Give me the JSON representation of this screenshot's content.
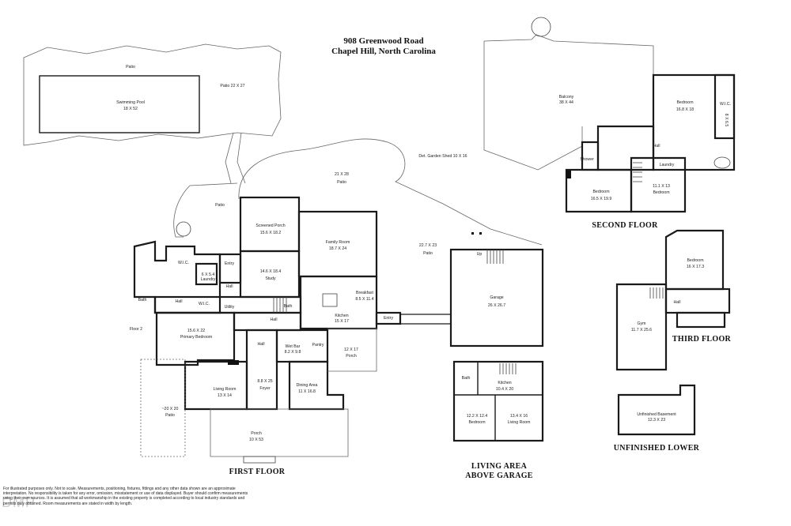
{
  "header": {
    "address_line1": "908 Greenwood Road",
    "address_line2": "Chapel Hill, North Carolina"
  },
  "floors": {
    "first": "FIRST FLOOR",
    "second": "SECOND FLOOR",
    "third": "THIRD FLOOR",
    "above_garage_1": "LIVING AREA",
    "above_garage_2": "ABOVE GARAGE",
    "lower": "UNFINISHED LOWER"
  },
  "rooms": {
    "patio_top": "Patio",
    "patio_22x27": "Patio 22 X 27",
    "pool_name": "Swimming Pool",
    "pool_dim": "18 X 52",
    "patio_21x28_dim": "21 X 28",
    "patio_21x28_name": "Patio",
    "patio_left": "Patio",
    "garden_shed": "Det. Garden Shed 10 X 16",
    "screened_name": "Screened Porch",
    "screened_dim": "15.6 X 18.2",
    "family_name": "Family Room",
    "family_dim": "18.7 X 24",
    "patio_227_dim": "22.7 X 23",
    "patio_227_name": "Patio",
    "wic_first": "W.I.C.",
    "laundry_dim": "6 X 5.4",
    "laundry_name": "Laundry",
    "entry_top": "Entry",
    "study_dim": "14.6 X 18.4",
    "study_name": "Study",
    "hall_a": "Hall",
    "bath_a": "Bath",
    "hall_b": "Hall",
    "wic_b": "W.I.C.",
    "utility": "Utility",
    "bath_b": "Bath",
    "breakfast_name": "Breakfast",
    "breakfast_dim": "8.5 X 11.4",
    "kitchen_name": "Kitchen",
    "kitchen_dim": "15 X 17",
    "entry_b": "Entry",
    "hall_c": "Hall",
    "floor2": "Floor 2",
    "primary_dim": "15.6 X 22",
    "primary_name": "Primary Bedroom",
    "hall_d": "Hall",
    "wetbar_name": "Wet Bar",
    "wetbar_dim": "8.2 X 9.8",
    "pantry": "Pantry",
    "porch_1217_dim": "12 X 17",
    "porch_1217_name": "Porch",
    "foyer_dim": "8.8 X 25",
    "foyer_name": "Foyer",
    "living_name": "Living Room",
    "living_dim": "13 X 14",
    "dining_name": "Dining Area",
    "dining_dim": "11 X 16.8",
    "patio_20_dim": "~20 X 20",
    "patio_20_name": "Patio",
    "porch_main_name": "Porch",
    "porch_main_dim": "10 X 53",
    "garage_name": "Garage",
    "garage_dim": "26 X 26.7",
    "up": "Up",
    "balcony_name": "Balcony",
    "balcony_dim": "38 X 44",
    "bed2a_name": "Bedroom",
    "bed2a_dim": "16.8 X 18",
    "wic_2": "W.I.C.",
    "wic_2_dim": "8 X 6.5",
    "hall_2": "Hall",
    "shower": "Shower",
    "laundry_2": "Laundry",
    "bed2b_dim": "11.1 X 13",
    "bed2b_name": "Bedroom",
    "bed2c_name": "Bedroom",
    "bed2c_dim": "16.5 X 19.9",
    "bed3_name": "Bedroom",
    "bed3_dim": "16 X 17.3",
    "hall_3": "Hall",
    "gym_name": "Gym",
    "gym_dim": "11.7 X 25.6",
    "bath_g": "Bath",
    "kitchen_g_name": "Kitchen",
    "kitchen_g_dim": "10.4 X 20",
    "bed_g_dim": "12.2 X 12.4",
    "bed_g_name": "Bedroom",
    "living_g_dim": "13.4 X 16",
    "living_g_name": "Living Room",
    "basement_name": "Unfinished Basement",
    "basement_dim": "12.3 X 23"
  },
  "disclaimer": "For illustrated purposes only. Not to scale. Measurements, positioning, fixtures, fittings and any other data shown are an approximate interpretation. No responsibility is taken for any error, omission, misstatement or use of data displayed. Buyer should confirm measurements using their own sources. It is assumed that all workmanship in the existing property is completed according to local industry standards and permits duly obtained. Room measurements are stated in width by length.",
  "logo_text": "DMP"
}
